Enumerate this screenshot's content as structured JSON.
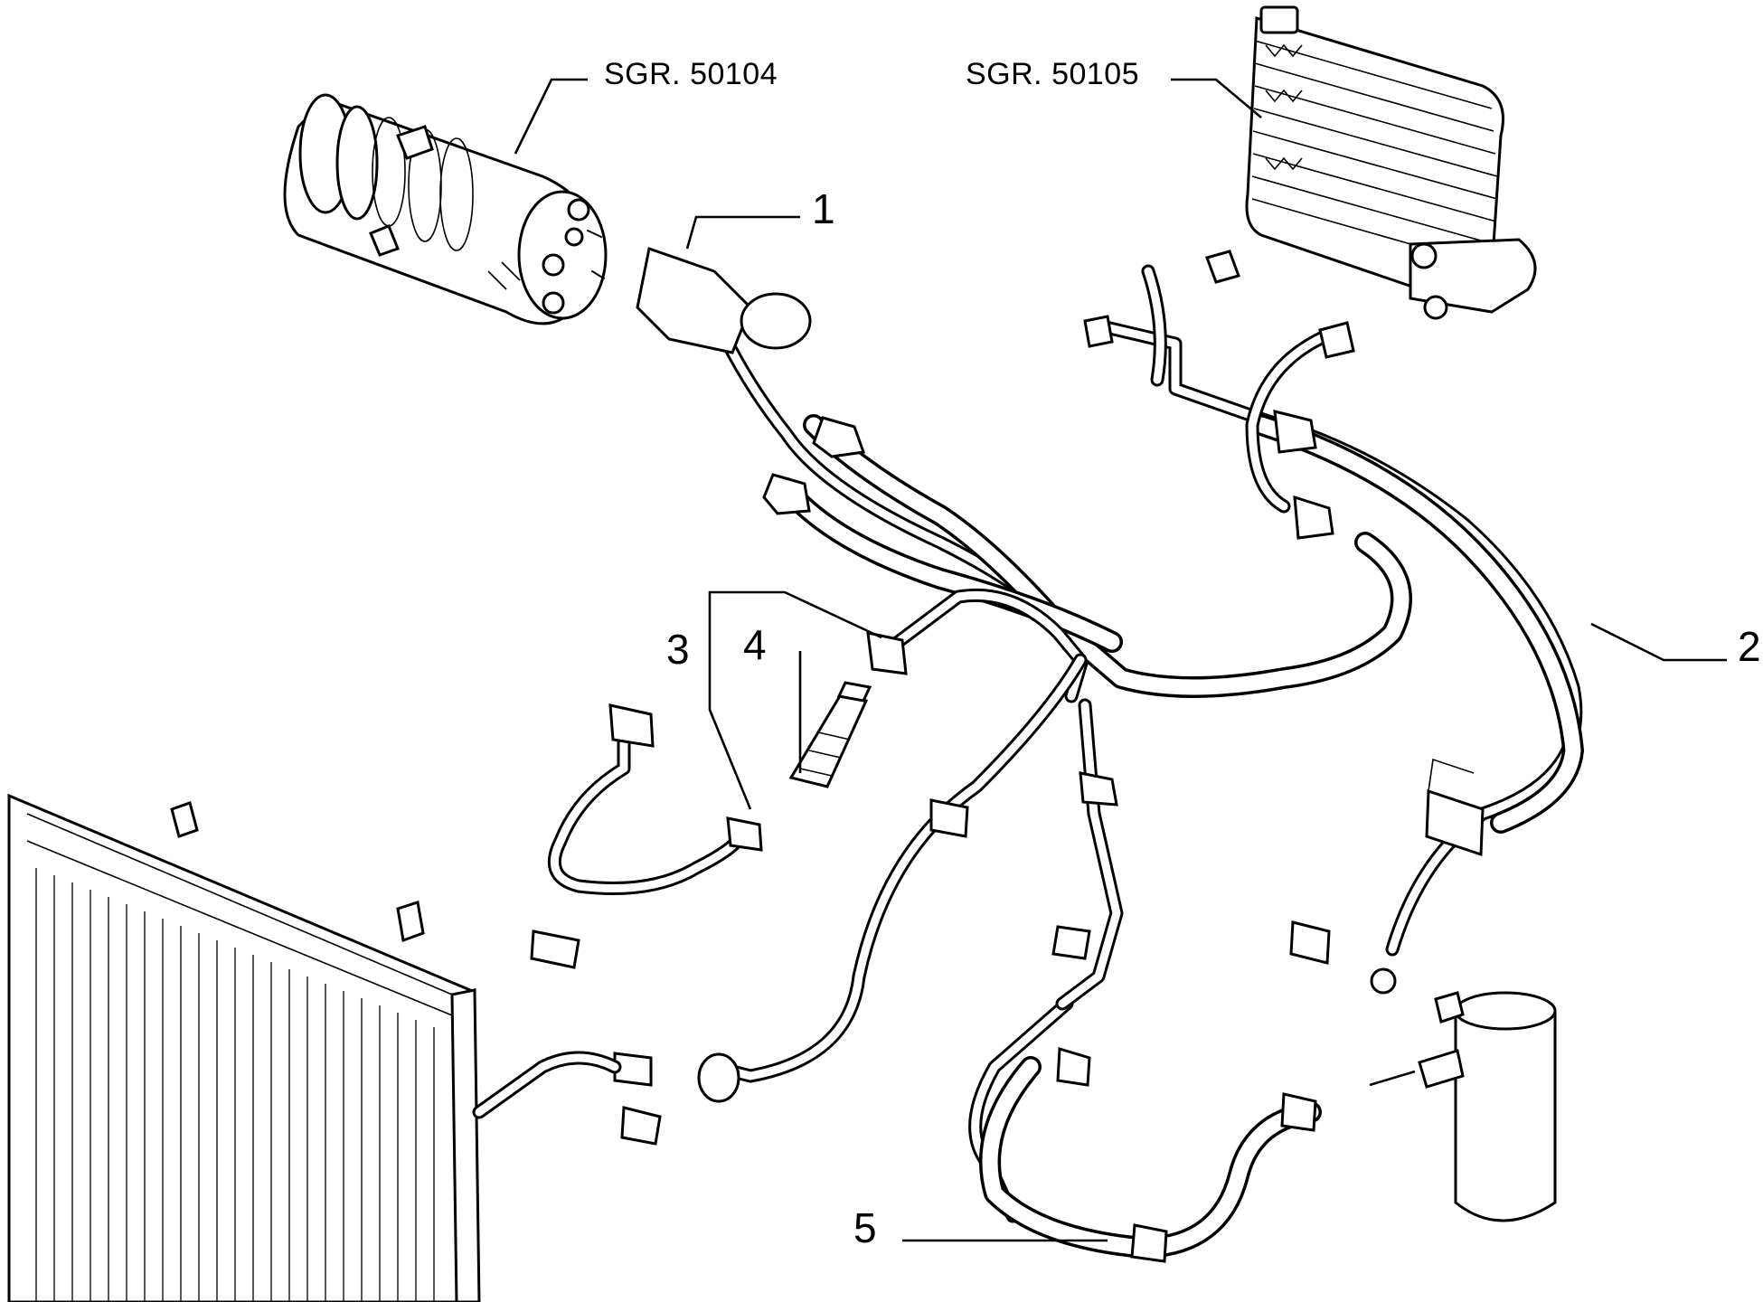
{
  "callouts": {
    "ref_compressor": "SGR. 50104",
    "ref_evaporator": "SGR. 50105",
    "item_1": "1",
    "item_2": "2",
    "item_3": "3",
    "item_4": "4",
    "item_5": "5"
  },
  "colors": {
    "ink": "#000000",
    "paper": "#ffffff"
  },
  "components": [
    "compressor",
    "evaporator",
    "condenser",
    "receiver-drier",
    "pressure-switch"
  ]
}
